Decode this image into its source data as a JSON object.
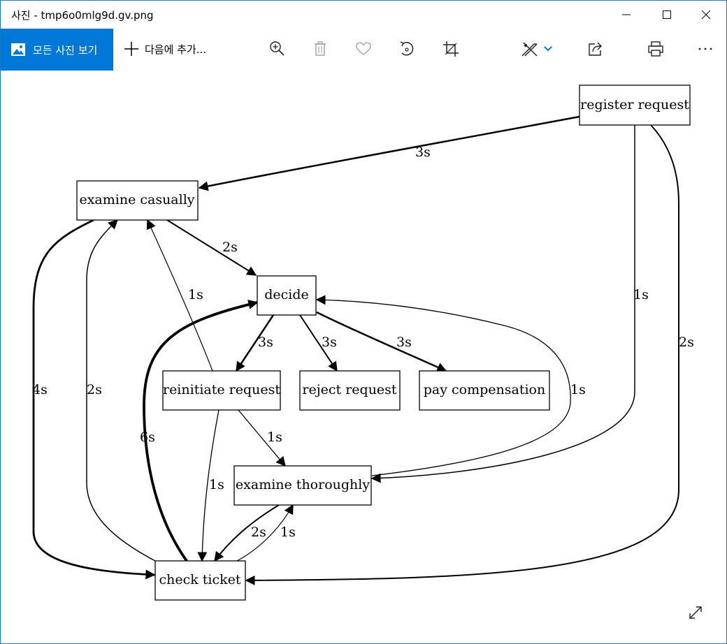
{
  "window": {
    "title": "사진 - tmp6o0mlg9d.gv.png"
  },
  "toolbar": {
    "all_photos_label": "모든 사진 보기",
    "add_to_label": "다음에 추가..."
  },
  "graph": {
    "nodes": {
      "register_request": "register request",
      "examine_casually": "examine casually",
      "decide": "decide",
      "reinitiate_request": "reinitiate request",
      "reject_request": "reject request",
      "pay_compensation": "pay compensation",
      "examine_thoroughly": "examine thoroughly",
      "check_ticket": "check ticket"
    },
    "edge_labels": {
      "register_to_casually": "3s",
      "casually_to_decide": "2s",
      "register_to_thoroughly": "1s",
      "register_to_check": "2s",
      "reinitiate_to_casually": "1s",
      "casually_to_check": "4s",
      "check_to_casually": "2s",
      "decide_to_reinitiate": "3s",
      "decide_to_reject": "3s",
      "decide_to_pay": "3s",
      "thoroughly_to_decide": "1s",
      "check_to_decide": "6s",
      "reinitiate_to_thoroughly": "1s",
      "reinitiate_to_check": "1s",
      "thoroughly_to_check": "2s",
      "check_to_thoroughly": "1s"
    }
  },
  "icons": {
    "photos": "photos-icon",
    "add": "plus-icon",
    "zoom": "zoom-in-icon",
    "delete": "trash-icon",
    "favorite": "heart-icon",
    "rotate": "rotate-icon",
    "crop": "crop-icon",
    "edit": "edit-pen-icon",
    "share": "share-icon",
    "print": "print-icon",
    "more": "more-icon",
    "expand": "expand-icon"
  },
  "colors": {
    "accent": "#0078d7",
    "border": "#1979ca"
  }
}
